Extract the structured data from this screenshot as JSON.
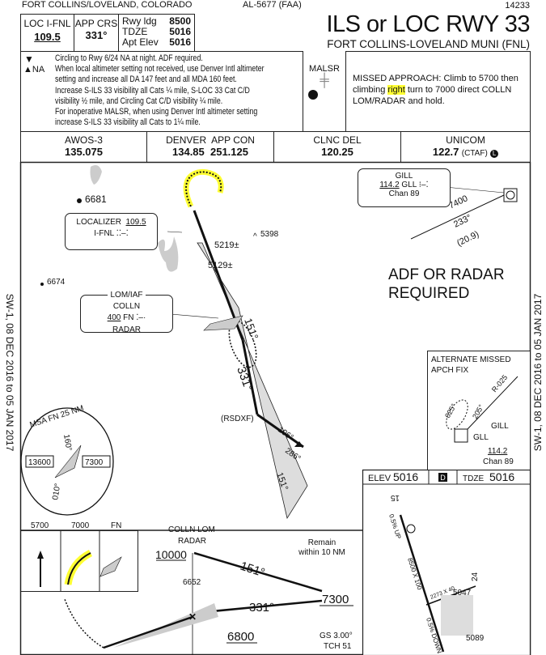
{
  "header": {
    "location": "FORT COLLINS/LOVELAND, COLORADO",
    "chart_id": "AL-5677 (FAA)",
    "chart_number": "14233",
    "title": "ILS or LOC RWY 33",
    "airport": "FORT COLLINS-LOVELAND MUNI (FNL)",
    "loc_label": "LOC I-FNL",
    "loc_freq": "109.5",
    "app_crs_label": "APP CRS",
    "app_crs": "331°",
    "rwy_ldg_label": "Rwy ldg",
    "rwy_ldg": "8500",
    "tdze_label": "TDZE",
    "tdze": "5016",
    "apt_elev_label": "Apt Elev",
    "apt_elev": "5016"
  },
  "notes": {
    "na_label": "NA",
    "lines": [
      "Circling to Rwy 6/24 NA at night.   ADF  required.",
      "When local altimeter setting not received, use Denver Intl altimeter",
      "setting and increase all DA 147 feet and all MDA 160 feet.",
      "Increase S-ILS 33 visibility all Cats ¼ mile, S-LOC 33 Cat C/D",
      "visibility ½ mile, and Circling Cat C/D visibility ¼ mile.",
      "For inoperative MALSR, when using Denver Intl altimeter setting",
      "increase S-ILS 33 visibility all Cats to 1¼  mile."
    ],
    "lighting": "MALSR",
    "missed_pre": "MISSED APPROACH: Climb to 5700 then climbing ",
    "missed_hl": "right",
    "missed_post": " turn to 7000 direct COLLN LOM/RADAR and hold."
  },
  "comms": [
    {
      "label": "AWOS-3",
      "freq": "135.075"
    },
    {
      "label": "DENVER  APP CON",
      "freq": "134.85  251.125"
    },
    {
      "label": "CLNC DEL",
      "freq": "120.25"
    },
    {
      "label": "UNICOM",
      "freq": "122.7",
      "suffix": "(CTAF)",
      "badge": "L"
    }
  ],
  "plan": {
    "spot_6681": "6681",
    "spot_6674": "6674",
    "obs_5398": "5398",
    "obs_5219": "5219±",
    "obs_5129": "5129±",
    "localizer_title": "LOCALIZER",
    "localizer_freq": "109.5",
    "localizer_ident": "I-FNL",
    "lom_title": "LOM/IAF",
    "lom_name": "COLLN",
    "lom_freq": "400",
    "lom_ident": "FN",
    "lom_radar": "RADAR",
    "gill_name": "GILL",
    "gill_freq": "114.2",
    "gill_ident": "GLL",
    "gill_chan": "Chan 89",
    "feeder_alt": "7400",
    "feeder_crs": "233°",
    "feeder_dist": "(20.9)",
    "adf_note_1": "ADF OR RADAR",
    "adf_note_2": "REQUIRED",
    "hold_crs": "151°",
    "final_crs": "331°",
    "fix_rsdxf": "(RSDXF)",
    "crs_106": "106°",
    "crs_286": "286°",
    "crs_151b": "151°",
    "msa_title": "MSA FN 25 NM",
    "msa_west": "13600",
    "msa_east": "7300",
    "msa_160": "160°",
    "msa_010": "010°",
    "alt_title_1": "ALTERNATE MISSED",
    "alt_title_2": "APCH FIX",
    "alt_r025": "R-025",
    "alt_025": "025°",
    "alt_205": "205°",
    "alt_gill": "GILL",
    "alt_gll": "GLL",
    "alt_freq": "114.2",
    "alt_chan": "Chan 89"
  },
  "dates": {
    "left": "SW-1, 08 DEC 2016 to 05 JAN 2017",
    "right": "SW-1, 08 DEC 2016 to 05 JAN 2017"
  },
  "profile": {
    "icon_5700": "5700",
    "icon_7000": "7000",
    "icon_fn": "FN",
    "colln_1": "COLLN LOM",
    "colln_2": "RADAR",
    "alt_10000": "10000",
    "crs_151": "151°",
    "remain_1": "Remain",
    "remain_2": "within 10 NM",
    "alt_6652": "6652",
    "crs_331": "331°",
    "alt_7300": "7300",
    "alt_6800": "6800",
    "gs": "GS 3.00°",
    "tch": "TCH 51"
  },
  "airport": {
    "elev_label": "ELEV",
    "elev": "5016",
    "d_badge": "D",
    "tdze_label": "TDZE",
    "tdze": "5016",
    "rwy_15": "15",
    "slope_up": "0.5% UP",
    "rwy_dims": "8500 X 100",
    "slope_down": "0.5% DOWN",
    "rwy2_dims": "2273 X 40",
    "rwy_24": "24",
    "elev_5047": "5047",
    "elev_5089": "5089"
  },
  "colors": {
    "highlight": "#ffff33",
    "ink": "#111111",
    "gray": "#bbbbbb"
  }
}
